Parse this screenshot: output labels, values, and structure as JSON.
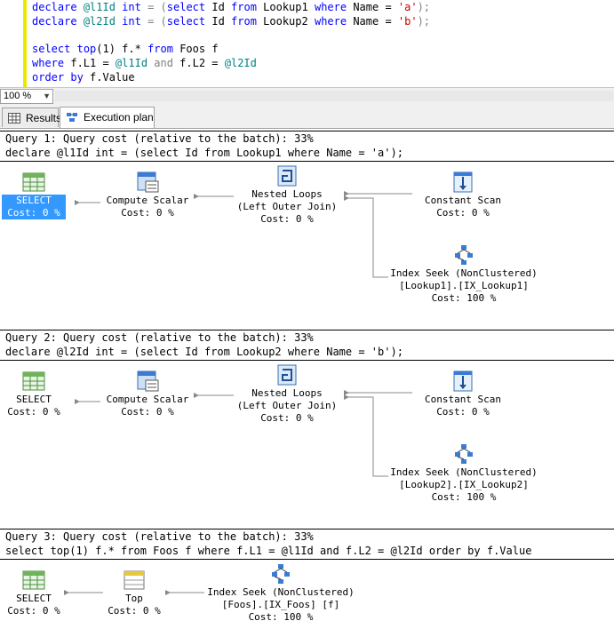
{
  "editor": {
    "line1": {
      "kw1": "declare",
      "var1": "@l1Id",
      "kw2": "int",
      "op": " = (",
      "kw3": "select",
      "col": " Id ",
      "kw4": "from",
      "tbl": " Lookup1 ",
      "kw5": "where",
      "cond": " Name = ",
      "str": "'a'",
      "end": ");"
    },
    "line2": {
      "kw1": "declare",
      "var1": "@l2Id",
      "kw2": "int",
      "op": " = (",
      "kw3": "select",
      "col": " Id ",
      "kw4": "from",
      "tbl": " Lookup2 ",
      "kw5": "where",
      "cond": " Name = ",
      "str": "'b'",
      "end": ");"
    },
    "line3": {
      "kw1": "select",
      "kw2": "top",
      "p1": "(1) f.* ",
      "kw3": "from",
      "tbl": " Foos f"
    },
    "line4": {
      "kw1": "where",
      "c1": " f.L1 = ",
      "v1": "@l1Id",
      "and": " and ",
      "c2": "f.L2 = ",
      "v2": "@l2Id"
    },
    "line5": {
      "kw1": "order by",
      "c1": " f.Value"
    }
  },
  "zoom": {
    "value": "100 %"
  },
  "tabs": [
    {
      "label": "Results"
    },
    {
      "label": "Execution plan"
    }
  ],
  "queries": [
    {
      "header1": "Query 1: Query cost (relative to the batch): 33%",
      "header2": "declare @l1Id int = (select Id from Lookup1 where Name = 'a');",
      "nodes": {
        "select": {
          "name": "SELECT",
          "cost": "Cost: 0 %"
        },
        "compute": {
          "name": "Compute Scalar",
          "cost": "Cost: 0 %"
        },
        "nested": {
          "name": "Nested Loops",
          "sub": "(Left Outer Join)",
          "cost": "Cost: 0 %"
        },
        "constant": {
          "name": "Constant Scan",
          "cost": "Cost: 0 %"
        },
        "seek": {
          "name": "Index Seek (NonClustered)",
          "sub": "[Lookup1].[IX_Lookup1]",
          "cost": "Cost: 100 %"
        }
      }
    },
    {
      "header1": "Query 2: Query cost (relative to the batch): 33%",
      "header2": "declare @l2Id int = (select Id from Lookup2 where Name = 'b');",
      "nodes": {
        "select": {
          "name": "SELECT",
          "cost": "Cost: 0 %"
        },
        "compute": {
          "name": "Compute Scalar",
          "cost": "Cost: 0 %"
        },
        "nested": {
          "name": "Nested Loops",
          "sub": "(Left Outer Join)",
          "cost": "Cost: 0 %"
        },
        "constant": {
          "name": "Constant Scan",
          "cost": "Cost: 0 %"
        },
        "seek": {
          "name": "Index Seek (NonClustered)",
          "sub": "[Lookup2].[IX_Lookup2]",
          "cost": "Cost: 100 %"
        }
      }
    },
    {
      "header1": "Query 3: Query cost (relative to the batch): 33%",
      "header2": "select top(1) f.* from Foos f where f.L1 = @l1Id and f.L2 = @l2Id order by f.Value",
      "nodes": {
        "select": {
          "name": "SELECT",
          "cost": "Cost: 0 %"
        },
        "top": {
          "name": "Top",
          "cost": "Cost: 0 %"
        },
        "seek": {
          "name": "Index Seek (NonClustered)",
          "sub": "[Foos].[IX_Foos] [f]",
          "cost": "Cost: 100 %"
        }
      }
    }
  ],
  "colors": {
    "gutter": "#e9e900",
    "keyword": "#0000ff",
    "string": "#cc0000",
    "variable": "#008080",
    "selection": "#3399ff"
  }
}
